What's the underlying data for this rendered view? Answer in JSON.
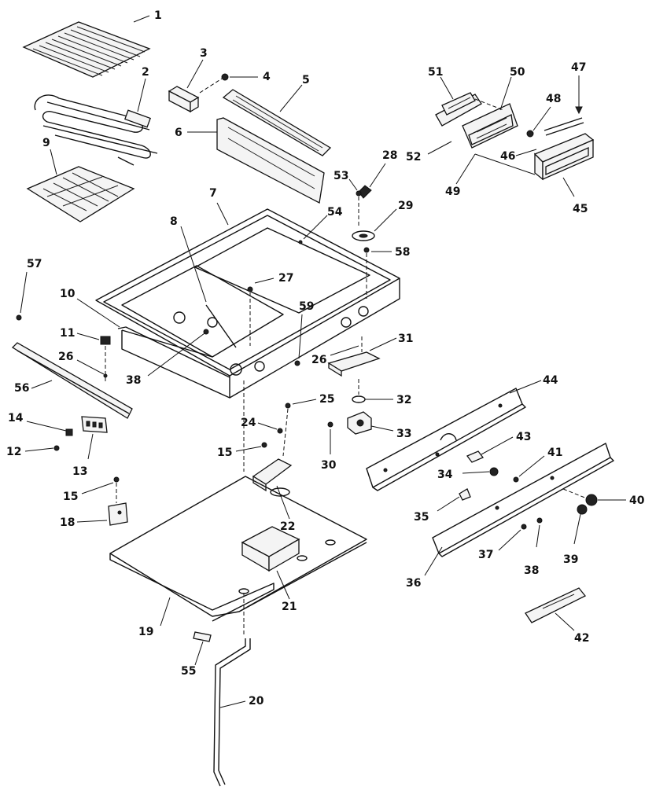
{
  "diagram": {
    "callouts": [
      "1",
      "2",
      "3",
      "4",
      "5",
      "6",
      "7",
      "8",
      "9",
      "10",
      "11",
      "12",
      "13",
      "14",
      "15",
      "18",
      "19",
      "20",
      "21",
      "22",
      "24",
      "25",
      "26",
      "27",
      "28",
      "29",
      "30",
      "31",
      "32",
      "33",
      "34",
      "35",
      "36",
      "37",
      "38",
      "39",
      "40",
      "41",
      "42",
      "43",
      "44",
      "45",
      "46",
      "47",
      "48",
      "49",
      "50",
      "51",
      "52",
      "53",
      "54",
      "55",
      "56",
      "57",
      "58",
      "59"
    ],
    "c": {
      "n1": "1",
      "n2": "2",
      "n3": "3",
      "n4": "4",
      "n5": "5",
      "n6": "6",
      "n7": "7",
      "n8": "8",
      "n9": "9",
      "n10": "10",
      "n11": "11",
      "n12": "12",
      "n13": "13",
      "n14": "14",
      "n15a": "15",
      "n15b": "15",
      "n18": "18",
      "n19": "19",
      "n20": "20",
      "n21": "21",
      "n22": "22",
      "n24": "24",
      "n25": "25",
      "n26a": "26",
      "n26b": "26",
      "n27": "27",
      "n28": "28",
      "n29": "29",
      "n30": "30",
      "n31": "31",
      "n32": "32",
      "n33": "33",
      "n34": "34",
      "n35": "35",
      "n36": "36",
      "n37": "37",
      "n38a": "38",
      "n38b": "38",
      "n39": "39",
      "n40": "40",
      "n41": "41",
      "n42": "42",
      "n43": "43",
      "n44": "44",
      "n45": "45",
      "n46": "46",
      "n47": "47",
      "n48": "48",
      "n49": "49",
      "n50": "50",
      "n51": "51",
      "n52": "52",
      "n53": "53",
      "n54": "54",
      "n55": "55",
      "n56": "56",
      "n57": "57",
      "n58": "58",
      "n59": "59"
    }
  }
}
